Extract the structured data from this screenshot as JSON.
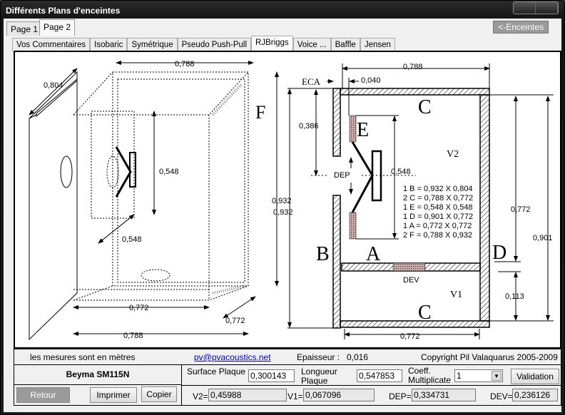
{
  "window": {
    "title": "Différents Plans d'enceintes"
  },
  "pages": [
    {
      "label": "Page 1"
    },
    {
      "label": "Page 2",
      "active": true
    }
  ],
  "enceintes_button": "<-Enceintes",
  "subtabs": [
    {
      "label": "Vos Commentaires"
    },
    {
      "label": "Isobaric"
    },
    {
      "label": "Symétrique"
    },
    {
      "label": "Pseudo Push-Pull"
    },
    {
      "label": "RJBriggs",
      "active": true
    },
    {
      "label": "Voice ..."
    },
    {
      "label": "Baffle"
    },
    {
      "label": "Jensen"
    }
  ],
  "drawing": {
    "left": {
      "depth": "0,804",
      "width_top": "0,788",
      "height": "0,932",
      "baffle_h": "0,548",
      "baffle_w": "0,548",
      "inner_w": "0,772",
      "depth_bottom": "0,772",
      "outer_w": "0,788",
      "label_f": "F"
    },
    "right": {
      "width_top": "0,788",
      "eca": "ECA",
      "eca_val": "0,040",
      "dim_386": "0,386",
      "dep": "DEP",
      "plaque": "0,548",
      "height_left": "0,932",
      "d_772": "0,772",
      "d_901": "0,901",
      "d_113": "0,113",
      "bottom_w": "0,772",
      "labels": {
        "c_top": "C",
        "e": "E",
        "v2": "V2",
        "b": "B",
        "a": "A",
        "d": "D",
        "dev": "DEV",
        "v1": "V1",
        "c_bottom": "C"
      },
      "parts": [
        "1 B = 0,932 X 0,804",
        "2 C = 0,788 X 0,772",
        "1 E = 0,548 X 0,548",
        "1 D = 0,901 X 0,772",
        "1 A = 0,772 X 0,772",
        "2 F = 0,788 X 0,932"
      ]
    }
  },
  "footer": {
    "units": "les mesures sont en mètres",
    "email": "pv@pvacoustics.net",
    "epaisseur_label": "Epaisseur :",
    "epaisseur": "0,016",
    "copyright": "Copyright Pil Valaquarus 2005-2009",
    "speaker": "Beyma SM115N",
    "surface_label": "Surface Plaque",
    "surface": "0,300143",
    "longueur_label1": "Longueur",
    "longueur_label2": "Plaque",
    "longueur": "0,547853",
    "coeff_label1": "Coeff.",
    "coeff_label2": "Multiplicate",
    "coeff": "1",
    "validation": "Validation",
    "retour": "Retour",
    "imprimer": "Imprimer",
    "copier": "Copier",
    "v2_label": "V2=",
    "v2": "0,45988",
    "v1_label": "V1=",
    "v1": "0,067096",
    "dep_label": "DEP=",
    "dep": "0,334731",
    "dev_label": "DEV=",
    "dev": "0,236126"
  }
}
